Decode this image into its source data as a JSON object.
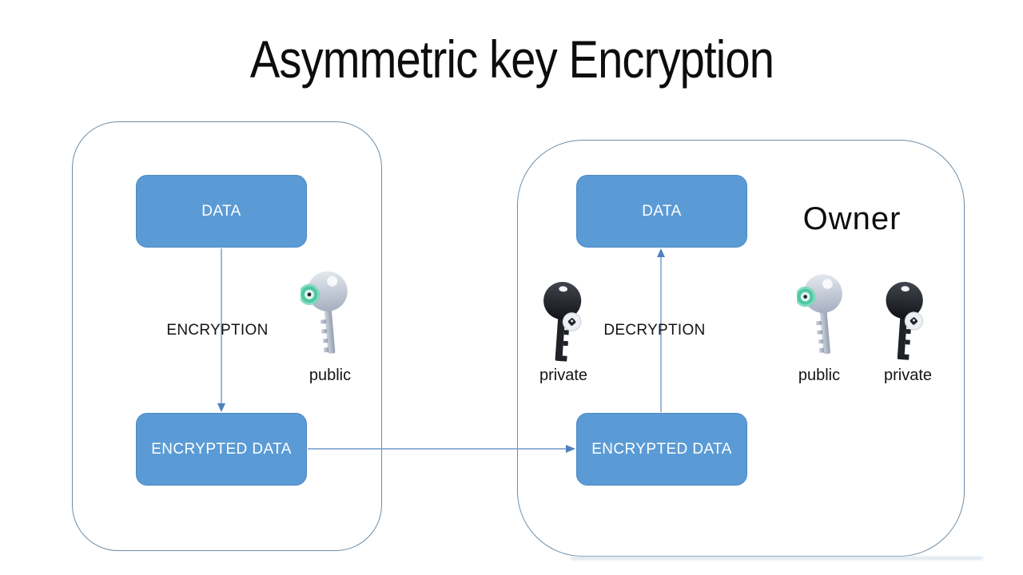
{
  "title": "Asymmetric key Encryption",
  "sender": {
    "data_box_label": "DATA",
    "process_label": "ENCRYPTION",
    "encrypted_box_label": "ENCRYPTED DATA",
    "key": {
      "icon": "public-key-icon",
      "label": "public"
    }
  },
  "receiver": {
    "data_box_label": "DATA",
    "process_label": "DECRYPTION",
    "encrypted_box_label": "ENCRYPTED DATA",
    "key": {
      "icon": "private-key-icon",
      "label": "private"
    },
    "owner": {
      "title": "Owner",
      "keys": [
        {
          "icon": "public-key-icon",
          "label": "public"
        },
        {
          "icon": "private-key-icon",
          "label": "private"
        }
      ]
    }
  },
  "colors": {
    "background": "#ffffff",
    "title_text": "#0d0d0d",
    "box_fill": "#5b9bd5",
    "box_border": "#4c88c4",
    "box_text": "#ffffff",
    "container_border": "#6d8ca6",
    "arrow": "#4f81bd",
    "public_key_accent": "#4fc7a2",
    "public_key_body": "#b8c0ce",
    "private_key_body": "#22252b"
  }
}
